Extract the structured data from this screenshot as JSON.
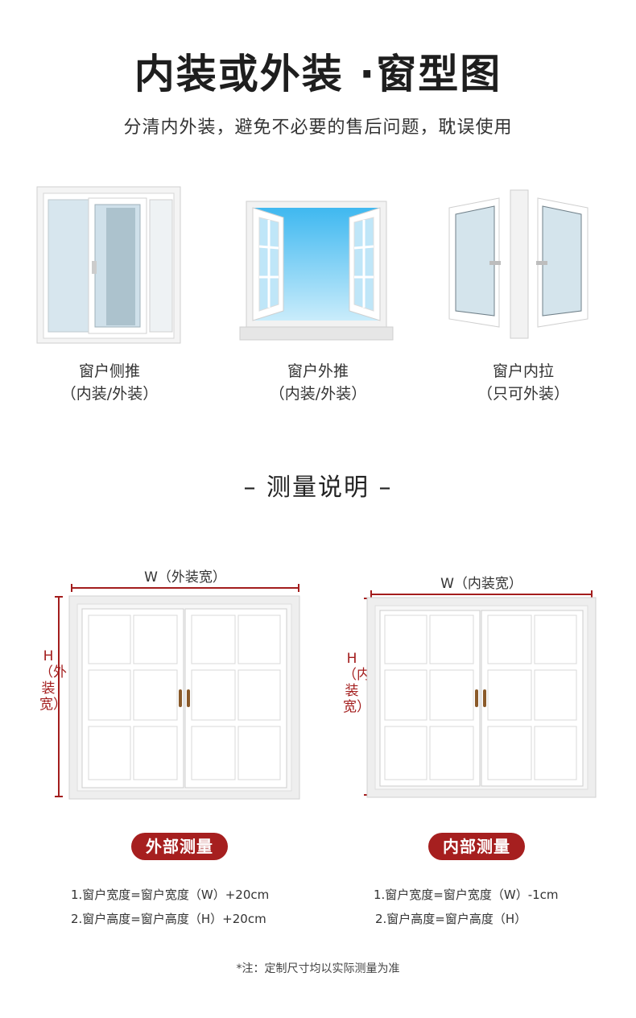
{
  "header": {
    "title": "内装或外装 ·窗型图",
    "subtitle": "分清内外装，避免不必要的售后问题，耽误使用"
  },
  "window_types": [
    {
      "name": "窗户侧推",
      "note": "（内装/外装）"
    },
    {
      "name": "窗户外推",
      "note": "（内装/外装）"
    },
    {
      "name": "窗户内拉",
      "note": "（只可外装）"
    }
  ],
  "measure": {
    "section_title": "– 测量说明 –",
    "outer": {
      "width_label": "W（外装宽）",
      "height_label": "H（外装宽）",
      "badge": "外部测量",
      "formula_width": "1.窗户宽度=窗户宽度（W）+20cm",
      "formula_height": "2.窗户高度=窗户高度（H）+20cm"
    },
    "inner": {
      "width_label": "W（内装宽）",
      "height_label": "H（内装宽）",
      "badge": "内部测量",
      "formula_width": "1.窗户宽度=窗户宽度（W）-1cm",
      "formula_height": "2.窗户高度=窗户高度（H）"
    }
  },
  "footnote": "*注：定制尺寸均以实际测量为准",
  "colors": {
    "accent": "#a61f1f",
    "frame": "#e8e8e8",
    "glass": "#9fd8f5"
  }
}
